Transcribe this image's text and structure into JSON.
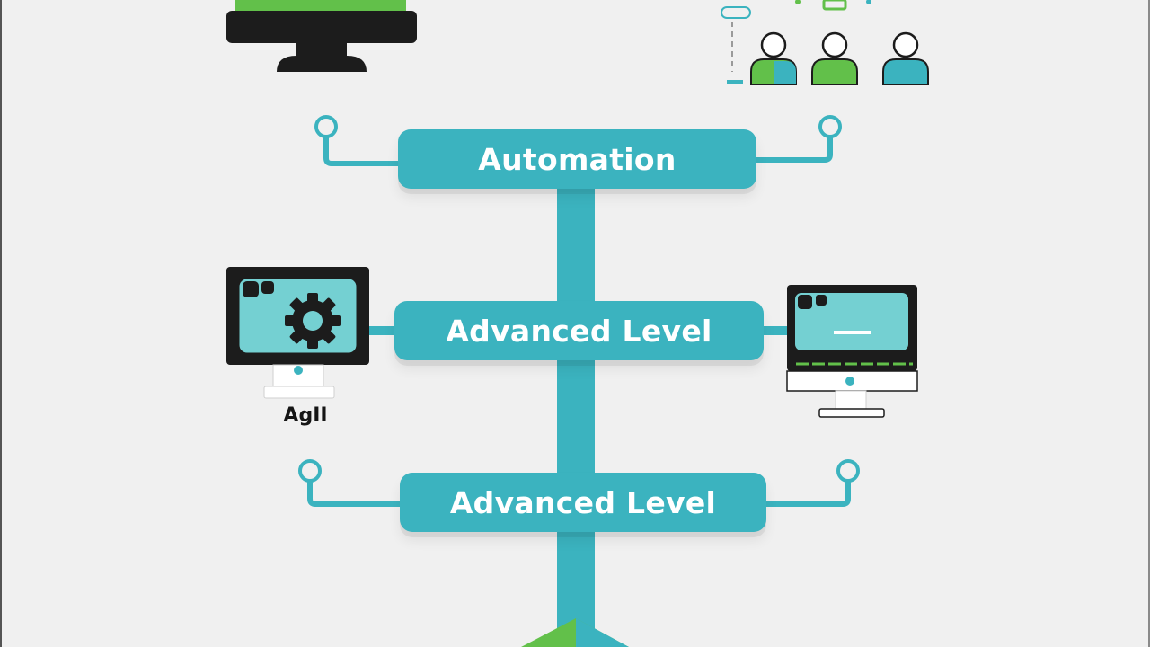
{
  "colors": {
    "background": "#f0f0f0",
    "teal": "#3bb3bf",
    "teal_dark": "#2a9aa6",
    "teal_light": "#74d0d2",
    "green": "#62c04a",
    "green_dark": "#3f9e36",
    "dark": "#1c1c1c",
    "frame_outer": "#555555"
  },
  "diagram": {
    "levels": [
      {
        "label": "Automation"
      },
      {
        "label": "Advanced Level"
      },
      {
        "label": "Advanced Level"
      }
    ],
    "icons": {
      "left_monitor_caption": "AgII"
    }
  }
}
